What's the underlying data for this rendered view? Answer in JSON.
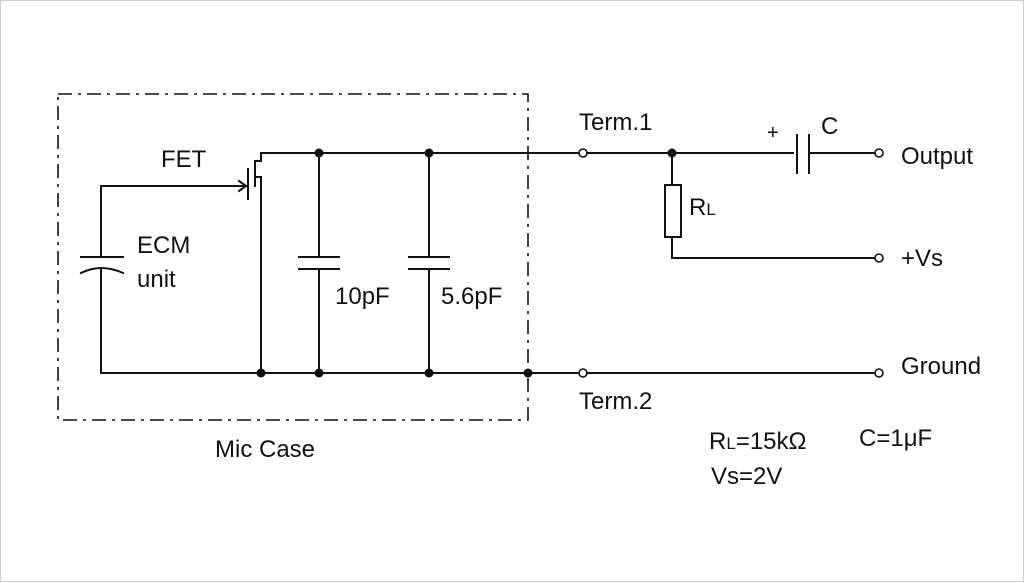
{
  "labels": {
    "fet": "FET",
    "ecm_line1": "ECM",
    "ecm_line2": "unit",
    "cap1": "10pF",
    "cap2": "5.6pF",
    "mic_case": "Mic Case",
    "term1": "Term.1",
    "term2": "Term.2",
    "plus": "+",
    "cap_c": "C",
    "rl_main": "R",
    "rl_sub": "L",
    "output": "Output",
    "vs": "+Vs",
    "ground": "Ground"
  },
  "specs": {
    "rl_main": "R",
    "rl_sub": "L",
    "rl_value": "=15kΩ",
    "c_value": "C=1μF",
    "vs_value": "Vs=2V"
  }
}
